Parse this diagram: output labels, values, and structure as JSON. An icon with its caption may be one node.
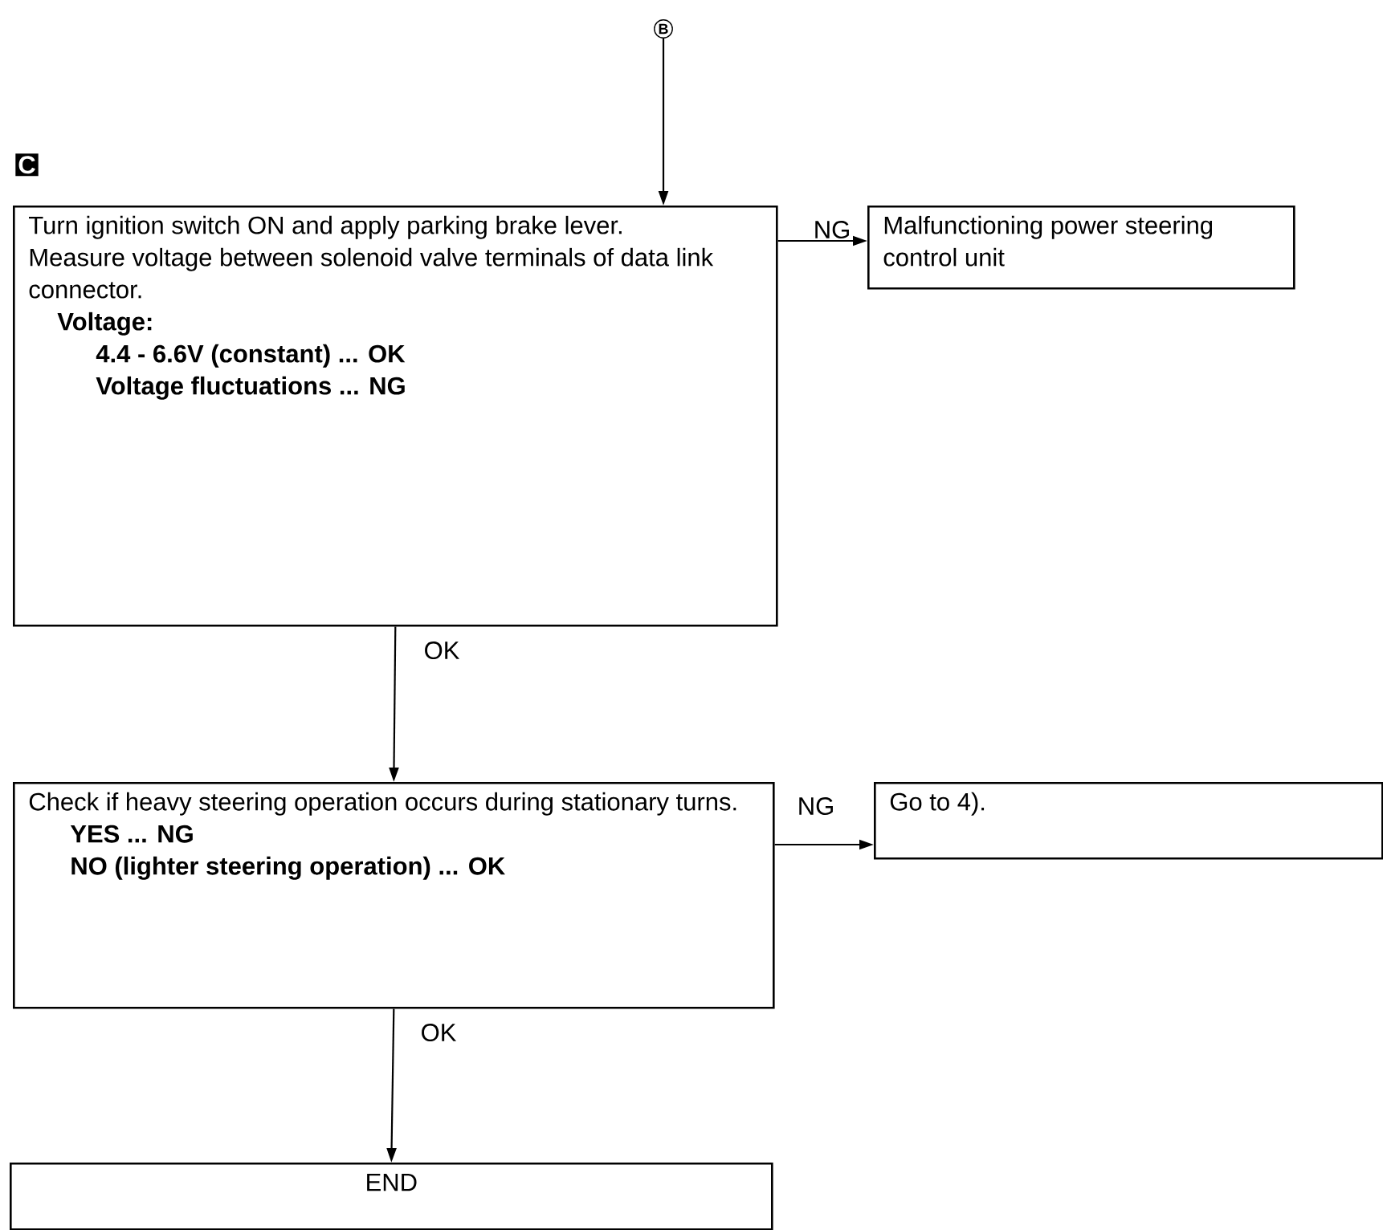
{
  "diagram": {
    "nodes": [
      {
        "text": [
          "B"
        ]
      },
      {
        "text": [
          "Turn ignition switch ON and apply parking brake lever.",
          "Measure voltage between solenoid valve terminals of data link connector.",
          "Voltage:",
          "4.4 - 6.6V (constant) ... OK",
          "Voltage fluctuations ... NG"
        ]
      },
      {
        "text": [
          "Malfunctioning power steering control unit"
        ]
      },
      {
        "text": [
          "Check if heavy steering operation occurs during stationary turns.",
          "YES ... NG",
          "NO (lighter steering operation) ... OK"
        ]
      },
      {
        "text": [
          "Go to 4)."
        ]
      },
      {
        "text": [
          "END"
        ]
      }
    ],
    "edges": [
      {
        "from": 0,
        "to": 1,
        "arrow": "to"
      },
      {
        "from": 1,
        "to": 2,
        "arrow": "to",
        "label": "NG"
      },
      {
        "from": 1,
        "to": 3,
        "arrow": "to",
        "label": "OK"
      },
      {
        "from": 3,
        "to": 4,
        "arrow": "to",
        "label": "NG"
      },
      {
        "from": 3,
        "to": 5,
        "arrow": "to",
        "label": "OK"
      }
    ],
    "labels": [
      "C"
    ]
  }
}
